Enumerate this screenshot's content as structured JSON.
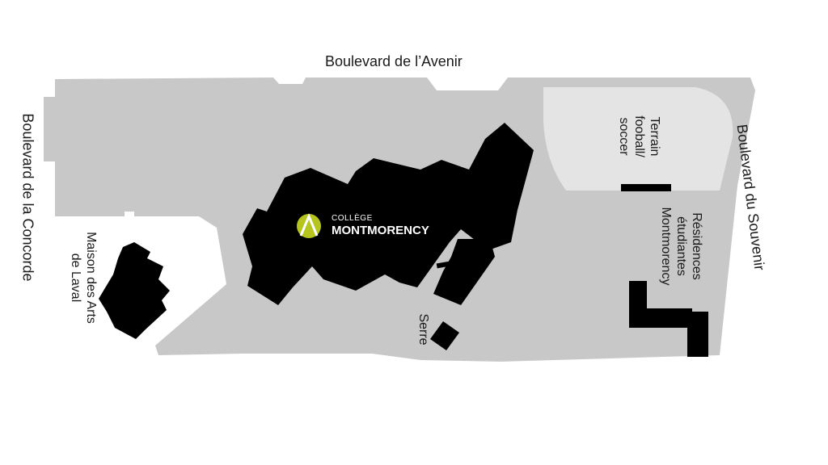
{
  "streets": {
    "north": "Boulevard de l’Avenir",
    "west": "Boulevard de la Concorde",
    "east": "Boulevard du Souvenir"
  },
  "places": {
    "maison_line1": "Maison des Arts",
    "maison_line2": "de Laval",
    "terrain_line1": "Terrain",
    "terrain_line2": "fooball/",
    "terrain_line3": "soccer",
    "residences_line1": "Résidences",
    "residences_line2": "étudiantes",
    "residences_line3": "Montmorency",
    "serre": "Serre"
  },
  "logo": {
    "small": "COLLÈGE",
    "big": "MONTMORENCY",
    "accent_color": "#b5c51e"
  },
  "colors": {
    "lot": "#c8c8c8",
    "field": "#e4e4e4",
    "building": "#000000"
  }
}
